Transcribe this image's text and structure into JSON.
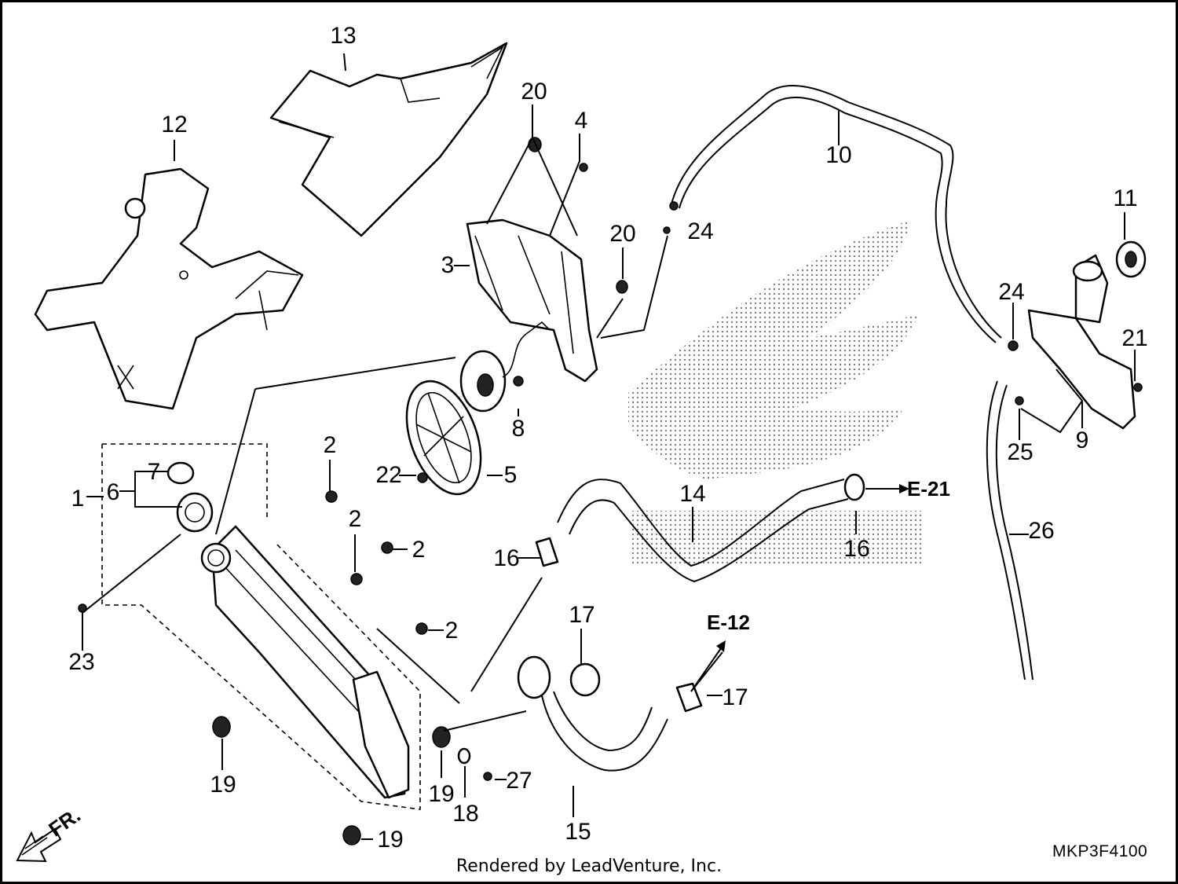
{
  "diagram": {
    "labels": [
      {
        "id": "l1",
        "text": "1"
      },
      {
        "id": "l2a",
        "text": "2"
      },
      {
        "id": "l2b",
        "text": "2"
      },
      {
        "id": "l2c",
        "text": "2"
      },
      {
        "id": "l2d",
        "text": "2"
      },
      {
        "id": "l3",
        "text": "3"
      },
      {
        "id": "l4",
        "text": "4"
      },
      {
        "id": "l5",
        "text": "5"
      },
      {
        "id": "l6",
        "text": "6"
      },
      {
        "id": "l7",
        "text": "7"
      },
      {
        "id": "l8",
        "text": "8"
      },
      {
        "id": "l9",
        "text": "9"
      },
      {
        "id": "l10",
        "text": "10"
      },
      {
        "id": "l11",
        "text": "11"
      },
      {
        "id": "l12",
        "text": "12"
      },
      {
        "id": "l13",
        "text": "13"
      },
      {
        "id": "l14",
        "text": "14"
      },
      {
        "id": "l15",
        "text": "15"
      },
      {
        "id": "l16a",
        "text": "16"
      },
      {
        "id": "l16b",
        "text": "16"
      },
      {
        "id": "l17a",
        "text": "17"
      },
      {
        "id": "l17b",
        "text": "17"
      },
      {
        "id": "l18",
        "text": "18"
      },
      {
        "id": "l19a",
        "text": "19"
      },
      {
        "id": "l19b",
        "text": "19"
      },
      {
        "id": "l19c",
        "text": "19"
      },
      {
        "id": "l20a",
        "text": "20"
      },
      {
        "id": "l20b",
        "text": "20"
      },
      {
        "id": "l21",
        "text": "21"
      },
      {
        "id": "l22",
        "text": "22"
      },
      {
        "id": "l23",
        "text": "23"
      },
      {
        "id": "l24a",
        "text": "24"
      },
      {
        "id": "l24b",
        "text": "24"
      },
      {
        "id": "l25",
        "text": "25"
      },
      {
        "id": "l26",
        "text": "26"
      },
      {
        "id": "l27",
        "text": "27"
      }
    ],
    "references": {
      "e21": "E-21",
      "e12": "E-12"
    },
    "front_marker": "FR.",
    "diagram_code": "MKP3F4100",
    "footer_text": "Rendered by LeadVenture, Inc."
  }
}
